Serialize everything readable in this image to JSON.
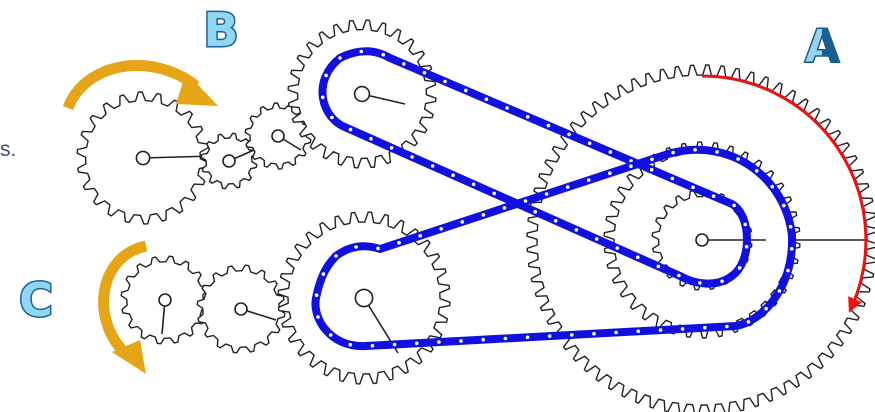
{
  "labels": {
    "a": "A",
    "b": "B",
    "c": "C",
    "fragment": "s."
  },
  "colors": {
    "background": "#ffffff",
    "gear_stroke": "#222222",
    "chain": "#1010e0",
    "chain_pins": "#ffffff",
    "arrow_red": "#ee1111",
    "arrow_gold": "#e6a417",
    "label_fill": "#8fd7f2",
    "label_stroke": "#1c5f9a",
    "label_a_light": "#9ad3f0",
    "label_a_dark": "#1b5e92",
    "fragment_text": "#3a4f7a"
  },
  "gear_names": [
    "gear-b-left",
    "gear-b-idler-1",
    "gear-b-idler-2",
    "gear-b-upper",
    "gear-a-large",
    "gear-a-middle",
    "gear-a-small",
    "gear-c-left",
    "gear-c-idler",
    "gear-c-lower"
  ]
}
